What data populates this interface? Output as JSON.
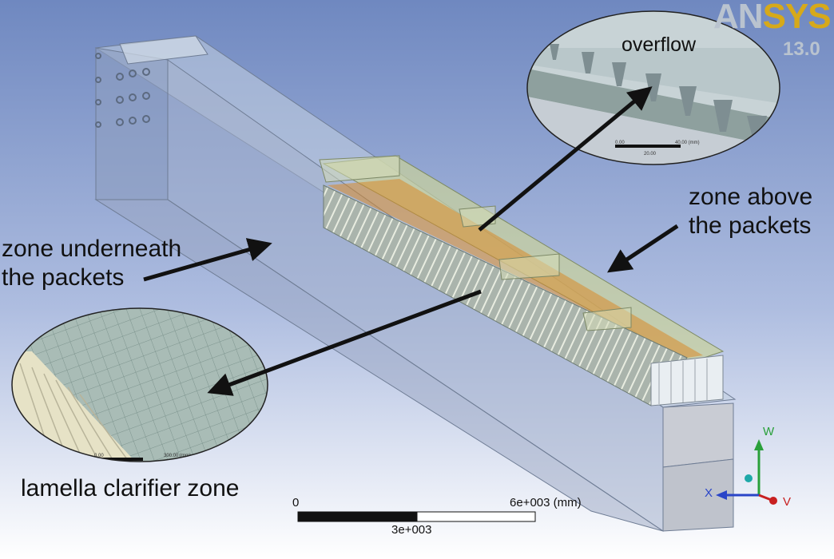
{
  "branding": {
    "logo_part1": "AN",
    "logo_part2": "SYS",
    "version": "13.0"
  },
  "labels": {
    "overflow": "overflow",
    "zone_above_line1": "zone above",
    "zone_above_line2": "the packets",
    "zone_under_line1": "zone underneath",
    "zone_under_line2": "the packets",
    "lamella": "lamella clarifier zone"
  },
  "scale_bar": {
    "start": "0",
    "end": "6e+003 (mm)",
    "mid": "3e+003"
  },
  "triad": {
    "x": "X",
    "y": "V",
    "z": "W"
  },
  "colors": {
    "background_top": "#6f88c0",
    "background_bottom": "#ffffff",
    "accent_orange": "#d98a2a"
  }
}
